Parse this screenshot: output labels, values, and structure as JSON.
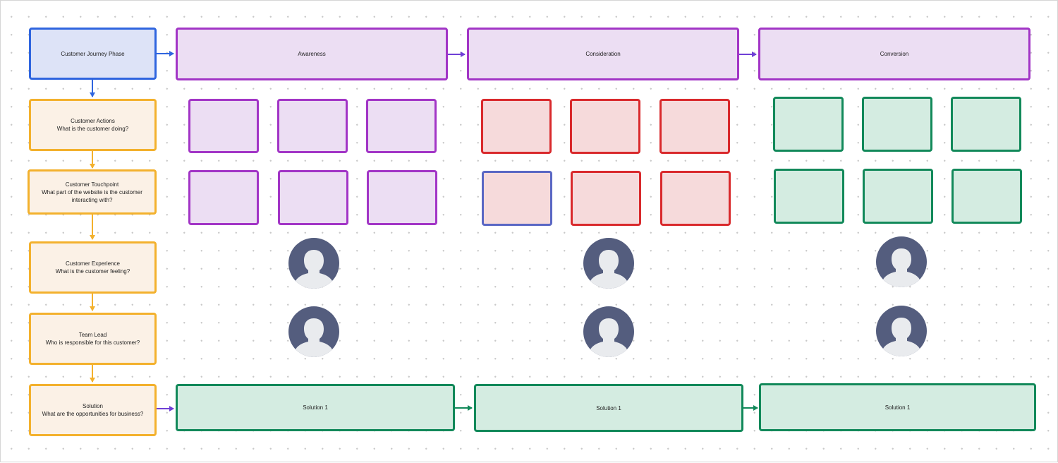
{
  "diagram": {
    "phase_header": {
      "label": "Customer Journey Phase"
    },
    "stages": [
      {
        "label": "Awareness"
      },
      {
        "label": "Consideration"
      },
      {
        "label": "Conversion"
      }
    ],
    "rows": [
      {
        "title": "Customer Actions",
        "subtitle": "What is the customer doing?"
      },
      {
        "title": "Customer Touchpoint",
        "subtitle": "What part of the website is the customer interacting with?"
      },
      {
        "title": "Customer Experience",
        "subtitle": "What is the customer feeling?"
      },
      {
        "title": "Team Lead",
        "subtitle": "Who is responsible for this customer?"
      },
      {
        "title": "Solution",
        "subtitle": "What are the opportunities for business?"
      }
    ],
    "solutions": [
      {
        "label": "Solution 1"
      },
      {
        "label": "Solution 1"
      },
      {
        "label": "Solution 1"
      }
    ],
    "avatar_icon": "user-silhouette-icon",
    "colors": {
      "phase_fill": "#dde3f7",
      "phase_border": "#2f65df",
      "label_fill": "#fbf1e6",
      "label_border": "#f3b12d",
      "stage_fill": "#ecdef3",
      "stage_border": "#a235c6",
      "red_fill": "#f6dadb",
      "red_border": "#d9292c",
      "green_fill": "#d4ece1",
      "green_border": "#12895a",
      "avatar_bg": "#545d7e",
      "avatar_figure": "#e9ebee",
      "arrow_blue": "#2f65df",
      "arrow_yellow": "#f3b12d",
      "arrow_purple": "#6f3fd6",
      "arrow_green": "#12895a"
    }
  }
}
